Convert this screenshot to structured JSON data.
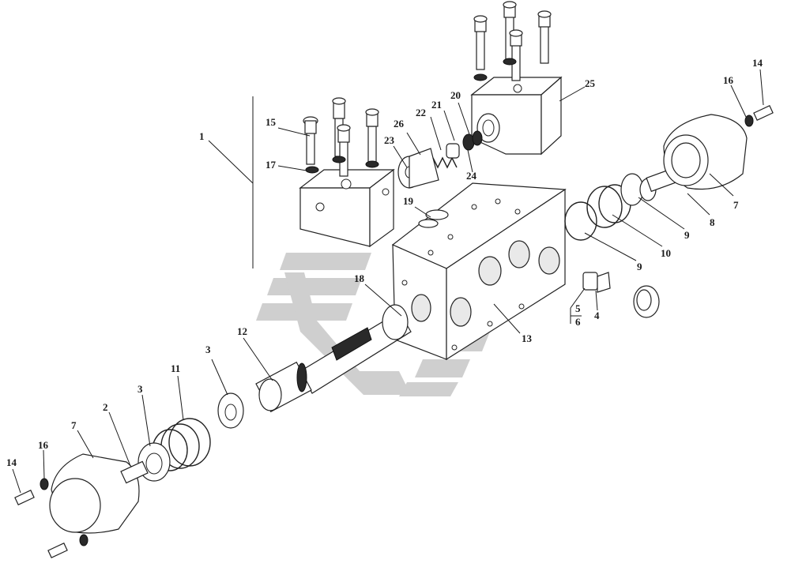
{
  "callouts": {
    "c1": "1",
    "c2": "2",
    "c3a": "3",
    "c3b": "3",
    "c4": "4",
    "c5": "5",
    "c6": "6",
    "c7a": "7",
    "c7b": "7",
    "c8": "8",
    "c9a": "9",
    "c9b": "9",
    "c10": "10",
    "c11": "11",
    "c12": "12",
    "c13": "13",
    "c14a": "14",
    "c14b": "14",
    "c15": "15",
    "c16a": "16",
    "c16b": "16",
    "c17": "17",
    "c18": "18",
    "c19": "19",
    "c20": "20",
    "c21": "21",
    "c22": "22",
    "c23": "23",
    "c24": "24",
    "c25": "25",
    "c26": "26"
  },
  "colors": {
    "line": "#1a1a1a",
    "watermark": "#cfcfcf",
    "fill": "#ffffff"
  },
  "icons": {
    "watermark": "brand-logo-watermark"
  }
}
